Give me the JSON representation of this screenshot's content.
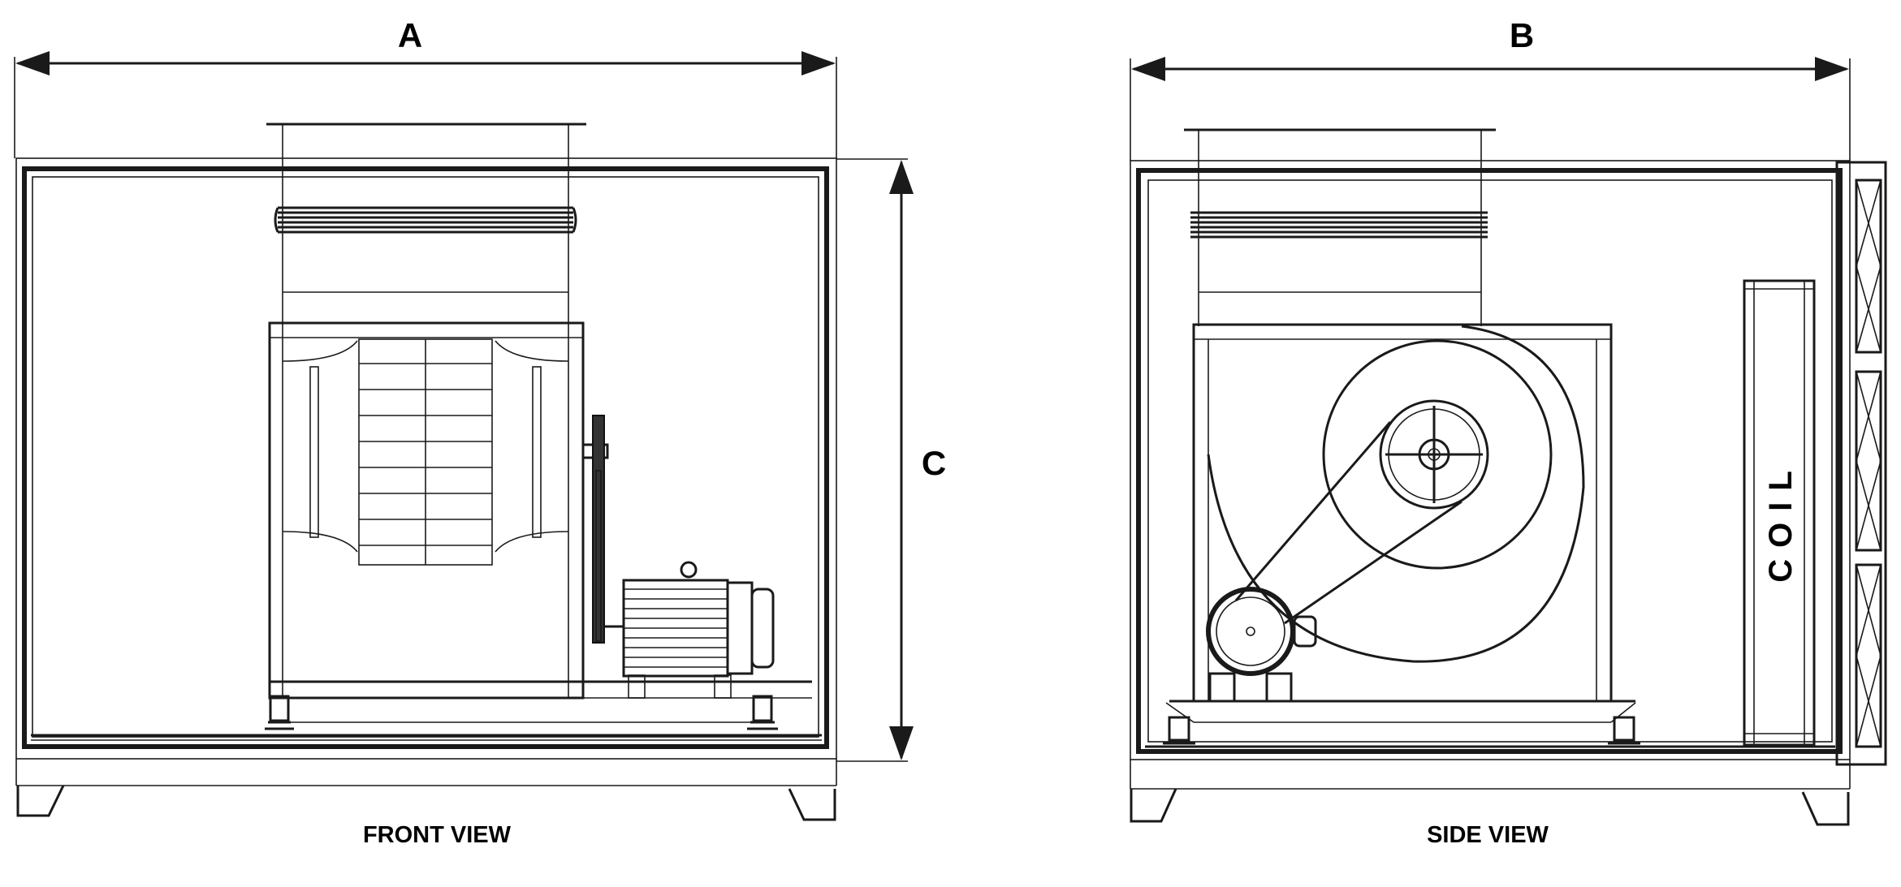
{
  "dimensions": {
    "front_width_label": "A",
    "side_width_label": "B",
    "height_label": "C"
  },
  "views": {
    "front_caption": "FRONT VIEW",
    "side_caption": "SIDE VIEW"
  },
  "components": {
    "coil_label": "COIL"
  },
  "colors": {
    "line": "#1a1a1a",
    "background": "#ffffff"
  }
}
